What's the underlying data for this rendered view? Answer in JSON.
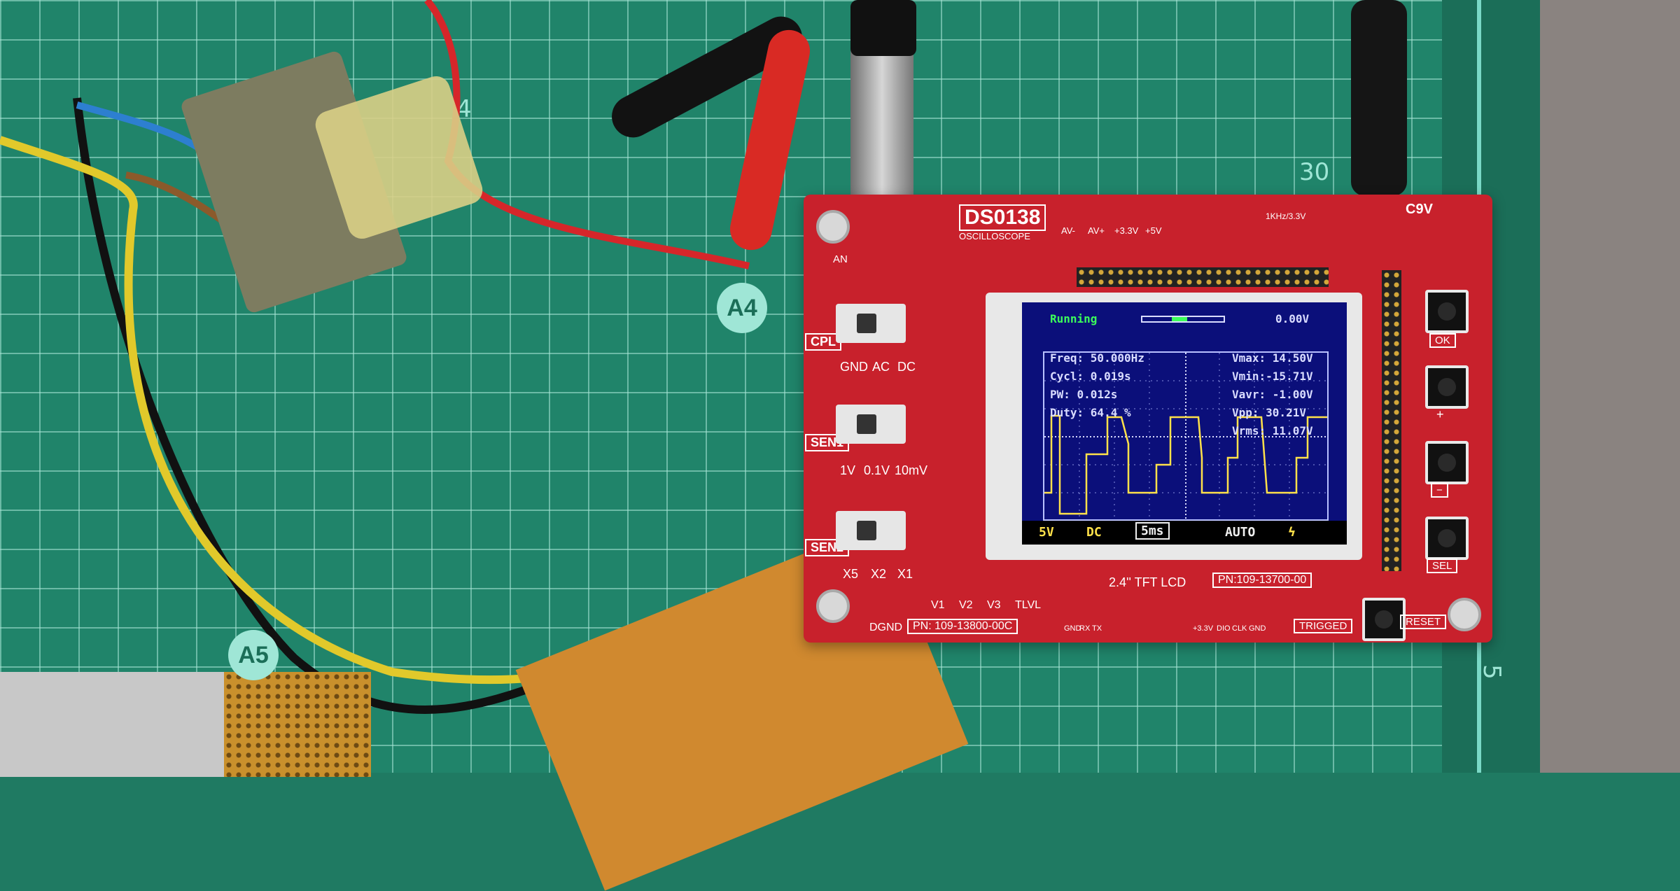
{
  "pcb": {
    "model": "DS0138",
    "subtitle": "OSCILLOSCOPE",
    "power_labels": [
      "AV-",
      "AV+",
      "+3.3V",
      "+5V"
    ],
    "coupling_label": "CPL",
    "coupling_options": [
      "GND",
      "AC",
      "DC"
    ],
    "sen1_label": "SEN1",
    "sen1_options": [
      "1V",
      "0.1V",
      "10mV"
    ],
    "sen2_label": "SEN2",
    "sen2_options": [
      "X5",
      "X2",
      "X1"
    ],
    "an_label": "AN",
    "dgnd_label": "DGND",
    "pn_main": "PN: 109-13800-00C",
    "pn_lcd": "PN:109-13700-00",
    "lcd_label": "2.4'' TFT LCD",
    "voltage_labels": [
      "V1",
      "V2",
      "V3",
      "TLVL"
    ],
    "j5_pins": [
      "GND",
      "RX",
      "TX"
    ],
    "j6_pins": [
      "+3.3V",
      "DIO",
      "CLK",
      "GND"
    ],
    "signal_label": "1KHz/3.3V",
    "power_in": "C9V",
    "trigged": "TRIGGED",
    "reset": "RESET",
    "buttons": [
      "OK",
      "+",
      "−",
      "SEL"
    ]
  },
  "screen": {
    "status": "Running",
    "offset": "0.00V",
    "freq": "Freq: 50.000Hz",
    "cycl": "Cycl: 0.019s",
    "pw": "PW:   0.012s",
    "duty": "Duty: 64.4 %",
    "vmax": "Vmax: 14.50V",
    "vmin": "Vmin:-15.71V",
    "vavr": "Vavr: -1.00V",
    "vpp": "Vpp:  30.21V",
    "vrms": "Vrms: 11.07V",
    "volt_div": "5V",
    "coupling": "DC",
    "time_div": "5ms",
    "trigger_mode": "AUTO",
    "trigger_icon": "ϟ"
  },
  "mat_marks": {
    "m4": "4",
    "m30": "30",
    "m5": "5"
  },
  "markers": {
    "a4": "A4",
    "a5": "A5"
  }
}
